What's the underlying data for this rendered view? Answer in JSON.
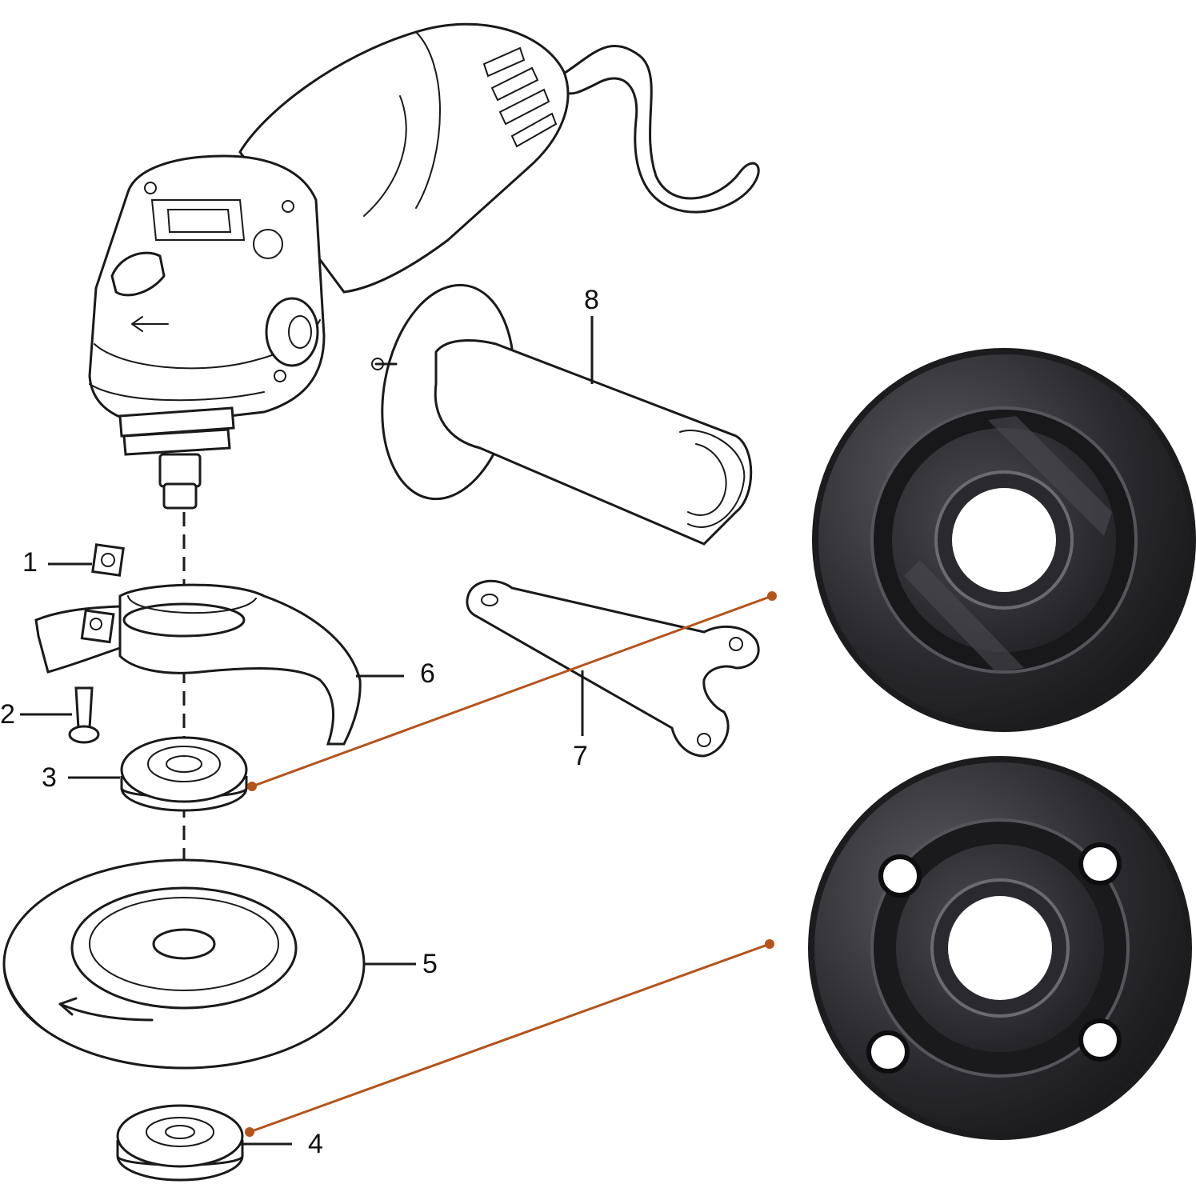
{
  "callouts": {
    "p1": "1",
    "p2": "2",
    "p3": "3",
    "p4": "4",
    "p5": "5",
    "p6": "6",
    "p7": "7",
    "p8": "8"
  },
  "colors": {
    "line": "#1a1a1a",
    "pointer": "#b5531a",
    "nut_dark": "#1c1c1f",
    "nut_mid": "#3a3a3f",
    "nut_light": "#6a6a70"
  },
  "icons": {
    "rotation_arrow": "arrow-left-icon"
  }
}
